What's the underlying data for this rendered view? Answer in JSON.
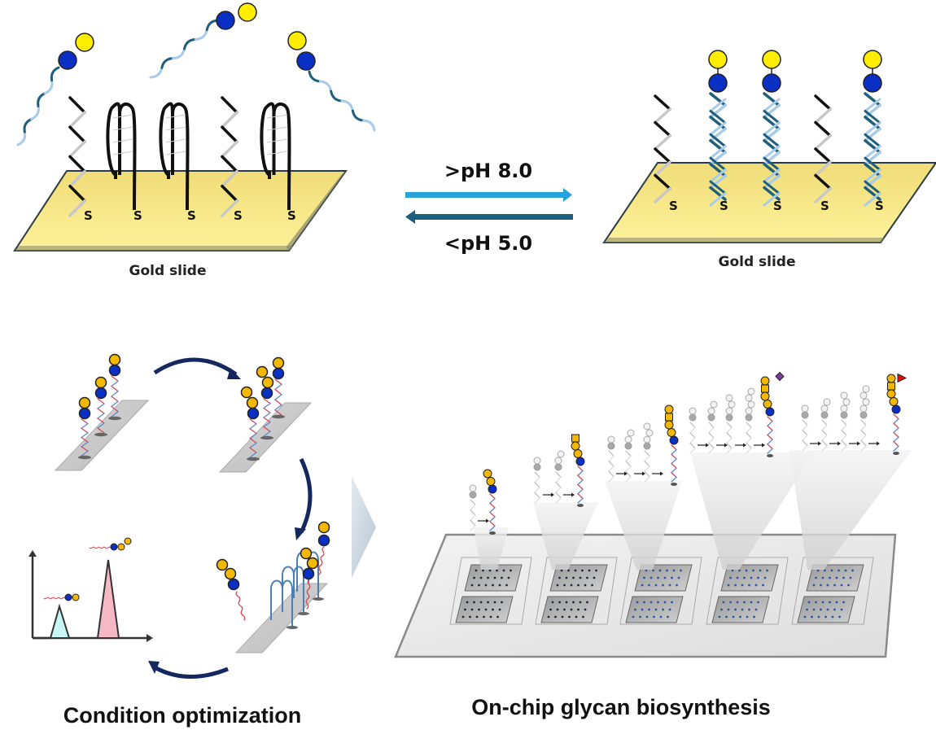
{
  "top": {
    "left_slide_label": "Gold slide",
    "right_slide_label": "Gold slide",
    "thiol_label": "S",
    "forward_condition": ">pH 8.0",
    "reverse_condition": "<pH 5.0"
  },
  "bottom": {
    "left_title": "Condition optimization",
    "right_title": "On-chip glycan biosynthesis"
  },
  "colors": {
    "gold_slide": "#f3e27a",
    "glucose_blue": "#0a2fc4",
    "galactose_yellow": "#ffee00",
    "sugar_orange": "#f5b800",
    "forward_arrow": "#27a3dc",
    "reverse_arrow": "#1e5f7e",
    "cycle_arrow": "#14285f",
    "dna_dark": "#1e5f7e",
    "dna_light": "#a8cbe8",
    "peak_cyan": "#c8f6f6",
    "peak_pink": "#f6b8c4",
    "sialic_purple": "#7a3aa0",
    "fucose_red": "#e01010"
  }
}
